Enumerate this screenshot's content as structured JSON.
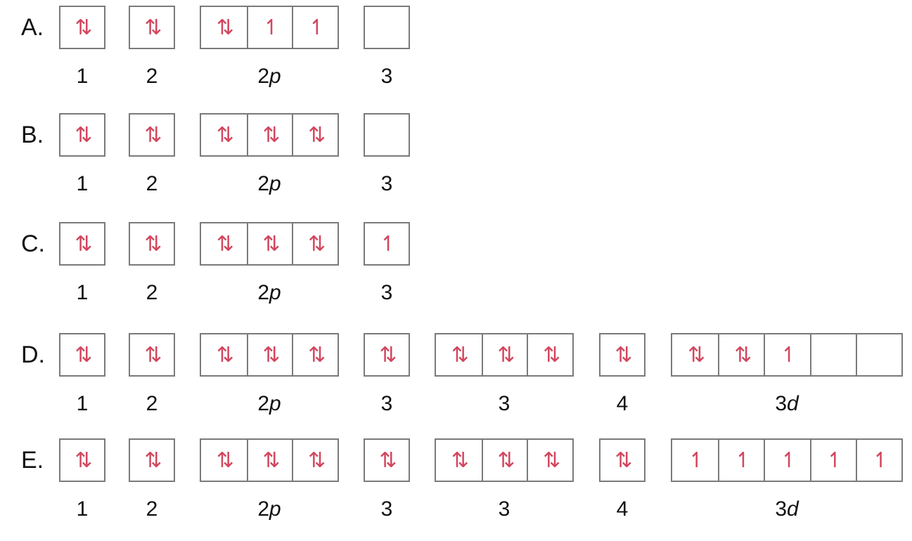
{
  "colors": {
    "electron": "#d2465e",
    "box_border": "#7a7a7a",
    "text": "#111111"
  },
  "options": [
    {
      "label": "A.",
      "groups": [
        {
          "boxes": [
            "⇅"
          ],
          "sub": {
            "num": "1",
            "letter": ""
          }
        },
        {
          "boxes": [
            "⇅"
          ],
          "sub": {
            "num": "2",
            "letter": ""
          }
        },
        {
          "boxes": [
            "⇅",
            "↿",
            "↿"
          ],
          "sub": {
            "num": "2",
            "letter": "p"
          }
        },
        {
          "boxes": [
            ""
          ],
          "sub": {
            "num": "3",
            "letter": ""
          }
        }
      ]
    },
    {
      "label": "B.",
      "groups": [
        {
          "boxes": [
            "⇅"
          ],
          "sub": {
            "num": "1",
            "letter": ""
          }
        },
        {
          "boxes": [
            "⇅"
          ],
          "sub": {
            "num": "2",
            "letter": ""
          }
        },
        {
          "boxes": [
            "⇅",
            "⇅",
            "⇅"
          ],
          "sub": {
            "num": "2",
            "letter": "p"
          }
        },
        {
          "boxes": [
            ""
          ],
          "sub": {
            "num": "3",
            "letter": ""
          }
        }
      ]
    },
    {
      "label": "C.",
      "groups": [
        {
          "boxes": [
            "⇅"
          ],
          "sub": {
            "num": "1",
            "letter": ""
          }
        },
        {
          "boxes": [
            "⇅"
          ],
          "sub": {
            "num": "2",
            "letter": ""
          }
        },
        {
          "boxes": [
            "⇅",
            "⇅",
            "⇅"
          ],
          "sub": {
            "num": "2",
            "letter": "p"
          }
        },
        {
          "boxes": [
            "↿"
          ],
          "sub": {
            "num": "3",
            "letter": ""
          }
        }
      ]
    },
    {
      "label": "D.",
      "groups": [
        {
          "boxes": [
            "⇅"
          ],
          "sub": {
            "num": "1",
            "letter": ""
          }
        },
        {
          "boxes": [
            "⇅"
          ],
          "sub": {
            "num": "2",
            "letter": ""
          }
        },
        {
          "boxes": [
            "⇅",
            "⇅",
            "⇅"
          ],
          "sub": {
            "num": "2",
            "letter": "p"
          }
        },
        {
          "boxes": [
            "⇅"
          ],
          "sub": {
            "num": "3",
            "letter": ""
          }
        },
        {
          "boxes": [
            "⇅",
            "⇅",
            "⇅"
          ],
          "sub": {
            "num": "3",
            "letter": ""
          }
        },
        {
          "boxes": [
            "⇅"
          ],
          "sub": {
            "num": "4",
            "letter": ""
          }
        },
        {
          "boxes": [
            "⇅",
            "⇅",
            "↿",
            "",
            ""
          ],
          "sub": {
            "num": "3",
            "letter": "d"
          }
        }
      ]
    },
    {
      "label": "E.",
      "groups": [
        {
          "boxes": [
            "⇅"
          ],
          "sub": {
            "num": "1",
            "letter": ""
          }
        },
        {
          "boxes": [
            "⇅"
          ],
          "sub": {
            "num": "2",
            "letter": ""
          }
        },
        {
          "boxes": [
            "⇅",
            "⇅",
            "⇅"
          ],
          "sub": {
            "num": "2",
            "letter": "p"
          }
        },
        {
          "boxes": [
            "⇅"
          ],
          "sub": {
            "num": "3",
            "letter": ""
          }
        },
        {
          "boxes": [
            "⇅",
            "⇅",
            "⇅"
          ],
          "sub": {
            "num": "3",
            "letter": ""
          }
        },
        {
          "boxes": [
            "⇅"
          ],
          "sub": {
            "num": "4",
            "letter": ""
          }
        },
        {
          "boxes": [
            "↿",
            "↿",
            "↿",
            "↿",
            "↿"
          ],
          "sub": {
            "num": "3",
            "letter": "d"
          }
        }
      ]
    }
  ]
}
